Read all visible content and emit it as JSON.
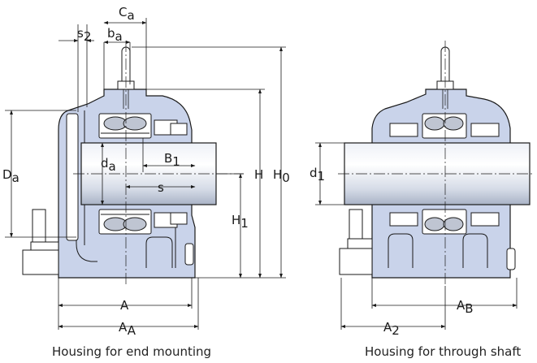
{
  "labels": {
    "Ca": {
      "main": "C",
      "sub": "a"
    },
    "s2": {
      "main": "s",
      "sub": "2"
    },
    "ba": {
      "main": "b",
      "sub": "a"
    },
    "Da": {
      "main": "D",
      "sub": "a"
    },
    "da": {
      "main": "d",
      "sub": "a"
    },
    "B1": {
      "main": "B",
      "sub": "1"
    },
    "s": {
      "main": "s",
      "sub": ""
    },
    "H": {
      "main": "H",
      "sub": ""
    },
    "H0": {
      "main": "H",
      "sub": "0"
    },
    "H1": {
      "main": "H",
      "sub": "1"
    },
    "A": {
      "main": "A",
      "sub": ""
    },
    "AA": {
      "main": "A",
      "sub": "A"
    },
    "d1": {
      "main": "d",
      "sub": "1"
    },
    "AB": {
      "main": "A",
      "sub": "B"
    },
    "A2": {
      "main": "A",
      "sub": "2"
    }
  },
  "captions": {
    "left": "Housing for end mounting",
    "right": "Housing for through shaft"
  },
  "colors": {
    "housing": "#c9d3ea",
    "shaft_light": "#f4f6fa",
    "shaft_dark": "#aab4c6",
    "line": "#1a1a1a"
  }
}
